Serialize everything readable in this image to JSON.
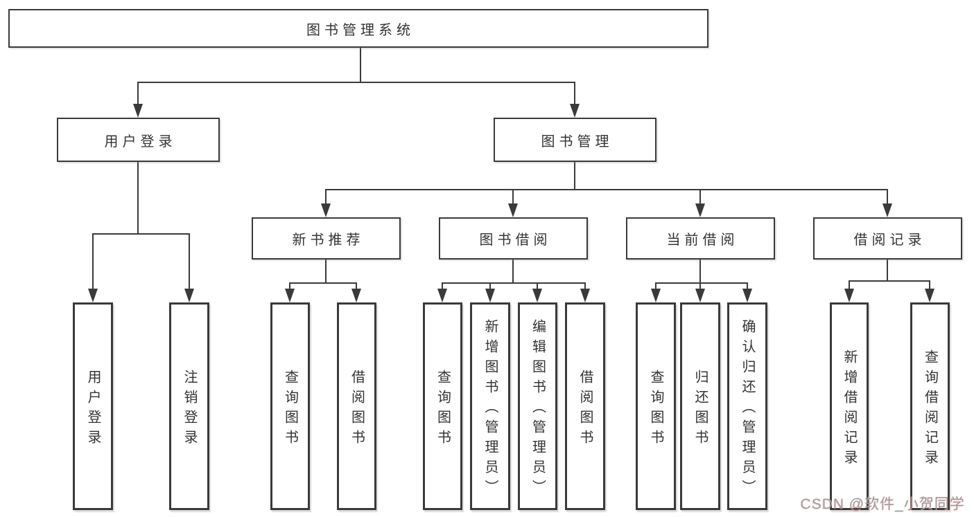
{
  "diagram": {
    "title_node": {
      "label": "图书管理系统"
    },
    "user_login": {
      "label": "用户登录"
    },
    "book_mgmt": {
      "label": "图书管理"
    },
    "new_book_rec": {
      "label": "新书推荐"
    },
    "book_borrow": {
      "label": "图书借阅"
    },
    "current_borrow": {
      "label": "当前借阅"
    },
    "borrow_records": {
      "label": "借阅记录"
    },
    "leaves": {
      "ul_login": "用户登录",
      "ul_logout": "注销登录",
      "nbr_query": "查询图书",
      "nbr_borrow": "借阅图书",
      "bb_query": "查询图书",
      "bb_add": "新增图书（管理员）",
      "bb_edit": "编辑图书（管理员）",
      "bb_borrow": "借阅图书",
      "cb_query": "查询图书",
      "cb_return": "归还图书",
      "cb_confirm": "确认归还（管理员）",
      "br_add": "新增借阅记录",
      "br_query": "查询借阅记录"
    }
  },
  "watermark": {
    "text": "CSDN @软件_小贺同学",
    "color": "#9c9c9c"
  },
  "colors": {
    "line": "#3a3a3a",
    "text": "#333333",
    "background": "#ffffff"
  }
}
